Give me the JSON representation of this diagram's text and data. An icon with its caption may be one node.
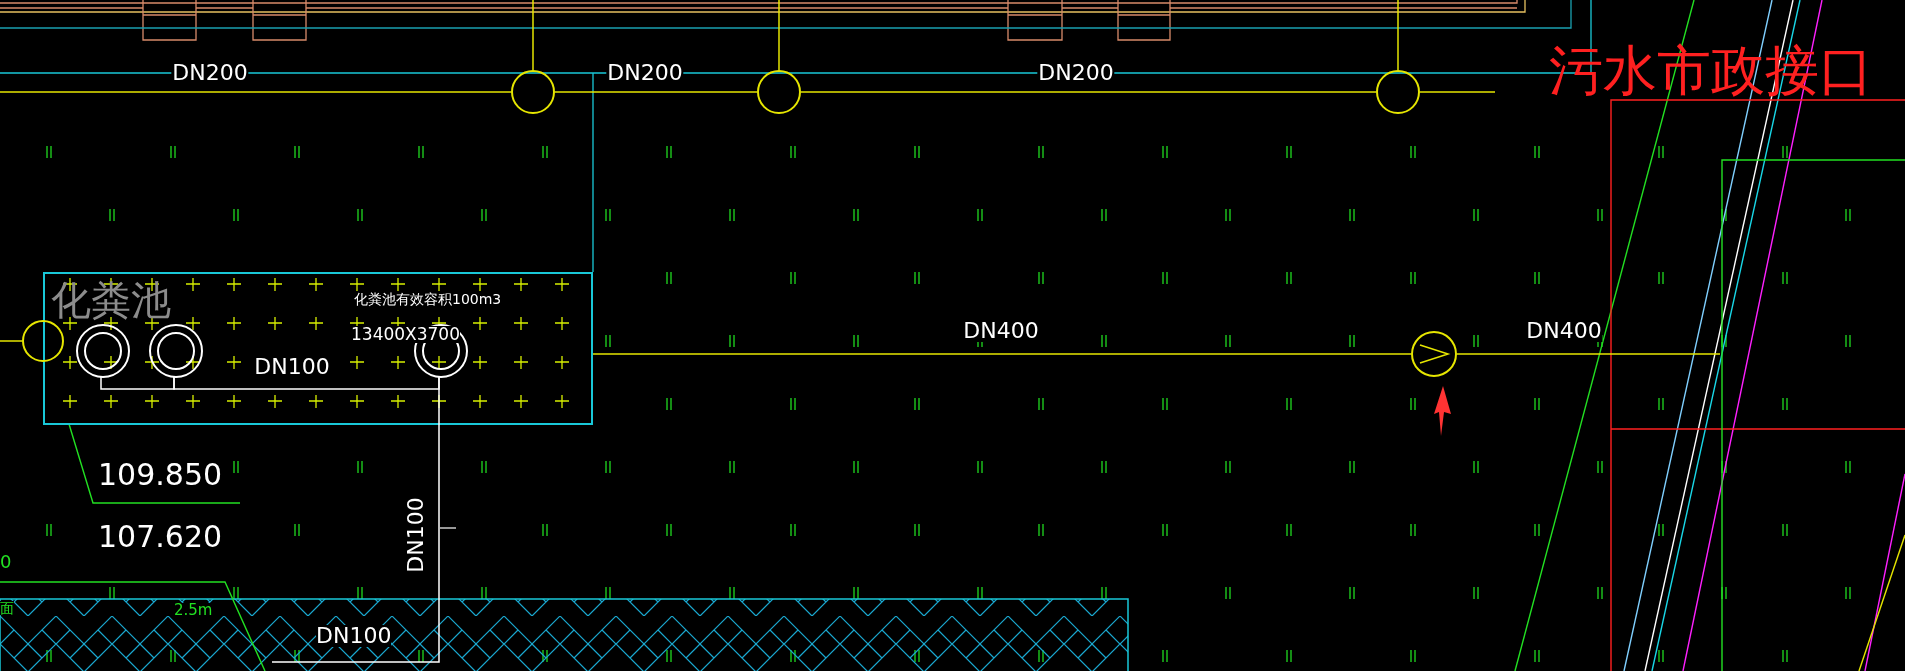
{
  "diagram": {
    "nodes": [
      {
        "text": [],
        "shape": "circle"
      },
      {
        "text": [],
        "shape": "circle"
      },
      {
        "text": [],
        "shape": "circle"
      },
      {
        "text": [
          "化粪池",
          "化粪池有效容积100m3",
          "13400X3700"
        ]
      },
      {
        "text": [],
        "shape": "circle"
      },
      {
        "text": [],
        "shape": "circle",
        "in": 3
      },
      {
        "text": [],
        "shape": "circle",
        "in": 3
      },
      {
        "text": [],
        "shape": "circle",
        "in": 3
      },
      {
        "text": [],
        "shape": "circle"
      }
    ],
    "edges": [
      {
        "from": null,
        "to": 0,
        "arrow": "none",
        "label": "DN200"
      },
      {
        "from": 0,
        "to": 1,
        "arrow": "none",
        "label": "DN200"
      },
      {
        "from": 1,
        "to": 2,
        "arrow": "none",
        "label": "DN200"
      },
      {
        "from": 2,
        "to": null,
        "arrow": "none"
      },
      {
        "from": null,
        "to": 0,
        "arrow": "none"
      },
      {
        "from": null,
        "to": 1,
        "arrow": "none"
      },
      {
        "from": null,
        "to": 2,
        "arrow": "none"
      },
      {
        "from": null,
        "to": 4,
        "arrow": "none"
      },
      {
        "from": 3,
        "to": 8,
        "arrow": "none",
        "label": "DN400"
      },
      {
        "from": 8,
        "to": null,
        "arrow": "none",
        "label": "DN400"
      },
      {
        "from": 5,
        "to": 6,
        "arrow": "none",
        "color": "#ffffff"
      },
      {
        "from": 6,
        "to": 7,
        "arrow": "none",
        "label": "DN100",
        "color": "#ffffff"
      },
      {
        "from": 7,
        "to": null,
        "arrow": "none",
        "label": "DN100",
        "color": "#ffffff"
      }
    ],
    "labels": [
      "污水市政接口",
      "109.850",
      "107.620",
      "0",
      "面",
      "2.5m",
      "DN100"
    ]
  }
}
